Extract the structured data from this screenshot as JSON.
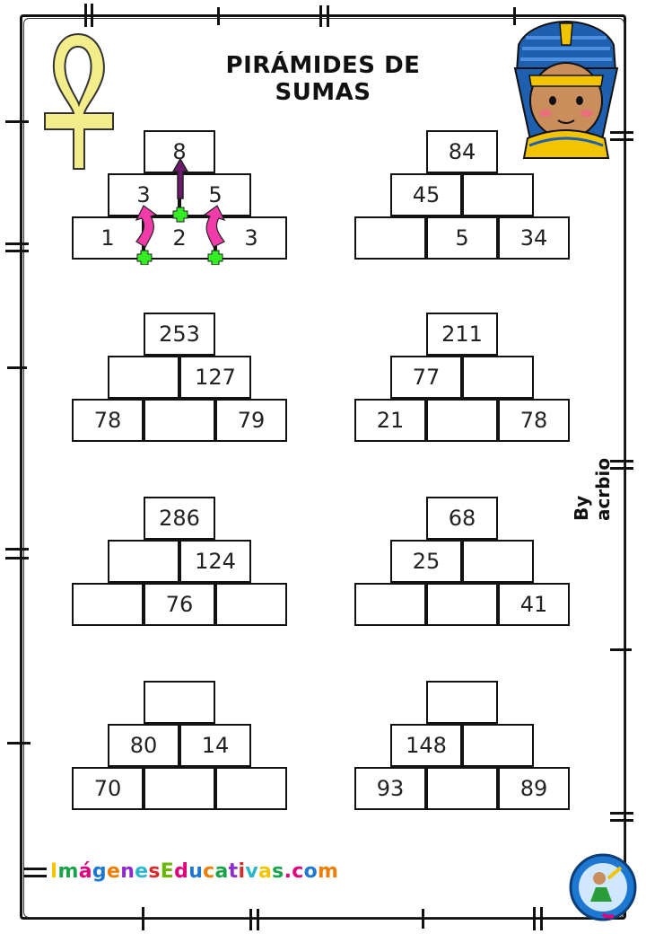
{
  "title": "PIRÁMIDES DE SUMAS",
  "author": "By acrbio",
  "footer": {
    "site": "ImágenesEducativas.com",
    "colors": [
      "#f2c400",
      "#1aa34a",
      "#e2007a",
      "#1e78d2",
      "#f07d00",
      "#8e2bd0",
      "#2bb6c9",
      "#d82a2a",
      "#6ab700",
      "#e2007a",
      "#1e78d2",
      "#f07d00",
      "#1aa34a",
      "#8e2bd0",
      "#d82a2a",
      "#2bb6c9",
      "#f2c400",
      "#1aa34a",
      "#e2007a",
      "#1e78d2",
      "#f07d00",
      "#8e2bd0"
    ]
  },
  "decorations": {
    "ankh_icon": "ankh-icon",
    "pharaoh_icon": "pharaoh-icon",
    "logo_icon": "imagenes-educativas-logo-icon",
    "accent_colors": {
      "ankh": "#f3ec8a",
      "arrow_up": "#6d1a6e",
      "arrow_side": "#f03ba8",
      "plus": "#33ee22"
    }
  },
  "pyramids": [
    {
      "top": "8",
      "middle": [
        "3",
        "5"
      ],
      "bottom": [
        "1",
        "2",
        "3"
      ]
    },
    {
      "top": "84",
      "middle": [
        "45",
        ""
      ],
      "bottom": [
        "",
        "5",
        "34"
      ]
    },
    {
      "top": "253",
      "middle": [
        "",
        "127"
      ],
      "bottom": [
        "78",
        "",
        "79"
      ]
    },
    {
      "top": "211",
      "middle": [
        "77",
        ""
      ],
      "bottom": [
        "21",
        "",
        "78"
      ]
    },
    {
      "top": "286",
      "middle": [
        "",
        "124"
      ],
      "bottom": [
        "",
        "76",
        ""
      ]
    },
    {
      "top": "68",
      "middle": [
        "25",
        ""
      ],
      "bottom": [
        "",
        "",
        "41"
      ]
    },
    {
      "top": "",
      "middle": [
        "80",
        "14"
      ],
      "bottom": [
        "70",
        "",
        ""
      ]
    },
    {
      "top": "",
      "middle": [
        "148",
        ""
      ],
      "bottom": [
        "93",
        "",
        "89"
      ]
    }
  ]
}
